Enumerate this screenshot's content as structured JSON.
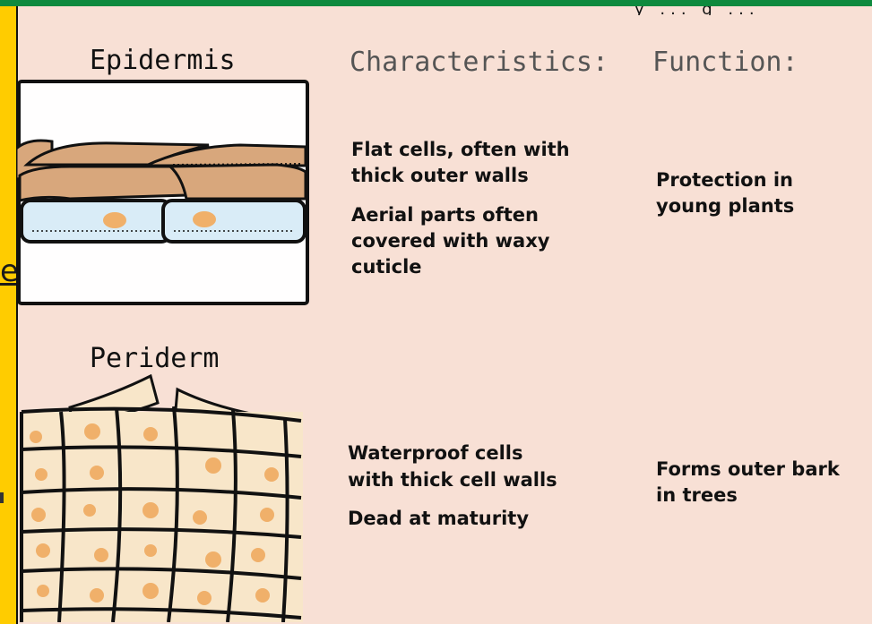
{
  "slide": {
    "edge_text": "e:",
    "top_cut_text": "y ... g ..."
  },
  "headings": {
    "characteristics": "Characteristics:",
    "function": "Function:"
  },
  "tissues": [
    {
      "name": "Epidermis",
      "characteristics": [
        "Flat cells, often with",
        "thick outer walls",
        "Aerial parts often",
        "covered with waxy",
        "cuticle"
      ],
      "function": [
        "Protection in",
        "young plants"
      ]
    },
    {
      "name": "Periderm",
      "characteristics": [
        "Waterproof cells",
        "with thick cell walls",
        "Dead at maturity"
      ],
      "function": [
        "Forms outer bark",
        "in trees"
      ]
    }
  ],
  "colors": {
    "slide_border": "#ffcc00",
    "top_band": "#0e8a3e",
    "panel_background": "#f8e0d5",
    "outer_cell": "#d8a77c",
    "inner_cell": "#d9ecf7",
    "nucleus": "#f0b06a",
    "cork_cell": "#f8e6c9"
  }
}
